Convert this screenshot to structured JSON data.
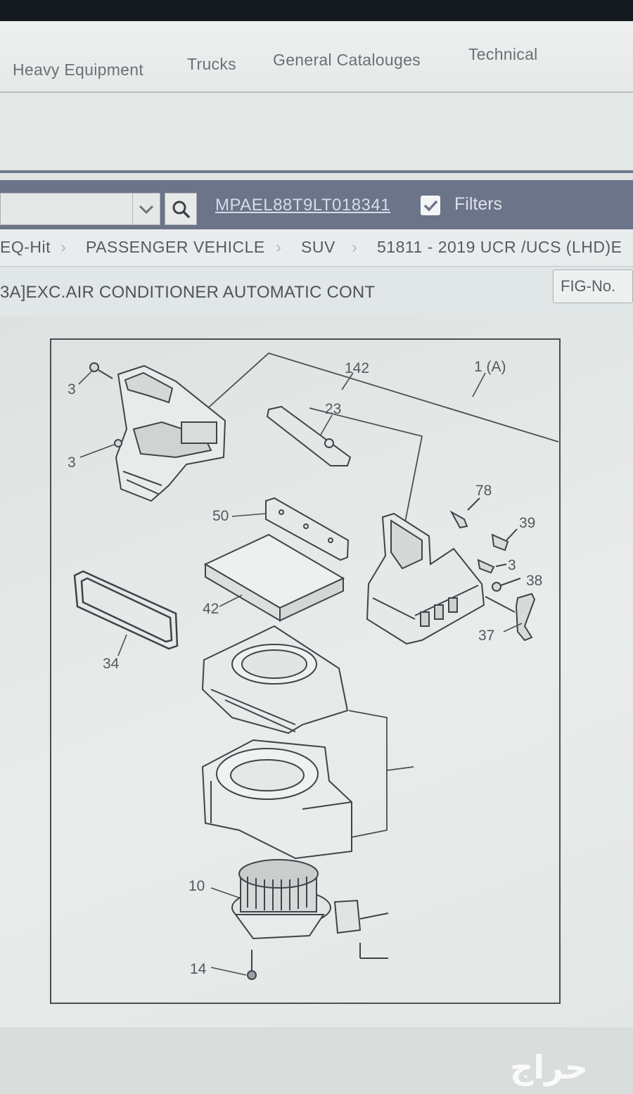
{
  "nav": {
    "items": [
      "Heavy Equipment",
      "Trucks",
      "General Catalouges",
      "Technical"
    ]
  },
  "toolbar": {
    "vin": "MPAEL88T9LT018341",
    "filters_label": "Filters",
    "filters_checked": true
  },
  "breadcrumb": [
    "EQ-Hit",
    "PASSENGER VEHICLE",
    "SUV",
    "51811 - 2019 UCR /UCS (LHD)E"
  ],
  "page": {
    "title": "3A]EXC.AIR CONDITIONER AUTOMATIC CONT",
    "fig_button": "FIG-No."
  },
  "diagram": {
    "callouts": [
      "3",
      "3",
      "142",
      "1 (A)",
      "23",
      "78",
      "50",
      "39",
      "3",
      "38",
      "42",
      "37",
      "34",
      "10",
      "14"
    ]
  },
  "watermark": "حراج",
  "colors": {
    "toolbar": "#6b7488",
    "link": "#d6dbe6",
    "background": "#dfe4e3"
  }
}
